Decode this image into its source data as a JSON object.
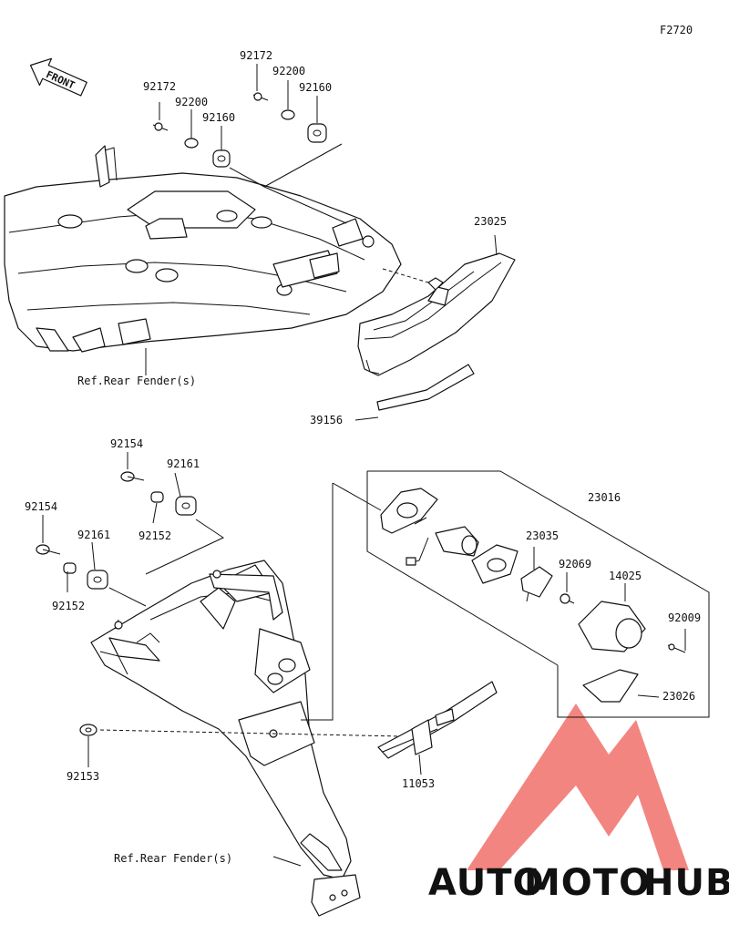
{
  "diagram_code": "F2720",
  "front_label": "FRONT",
  "parts": {
    "p92172a": "92172",
    "p92200a": "92200",
    "p92160a": "92160",
    "p92172b": "92172",
    "p92200b": "92200",
    "p92160b": "92160",
    "p23025": "23025",
    "p39156": "39156",
    "p92154a": "92154",
    "p92161a": "92161",
    "p92152a": "92152",
    "p92154b": "92154",
    "p92161b": "92161",
    "p92152b": "92152",
    "p92153": "92153",
    "p23016": "23016",
    "p23035": "23035",
    "p92069": "92069",
    "p14025": "14025",
    "p92009": "92009",
    "p23026": "23026",
    "p11053": "11053"
  },
  "references": {
    "rear_fender_top": "Ref.Rear Fender(s)",
    "rear_fender_bottom": "Ref.Rear Fender(s)"
  },
  "watermark": {
    "part1": "AUTO",
    "part2": "MOTO",
    "part3": "HUB",
    "color1": "#f2b24a",
    "color2": "#e9443a",
    "color3": "#3a3a3a",
    "logo_color": "#f1706a"
  }
}
